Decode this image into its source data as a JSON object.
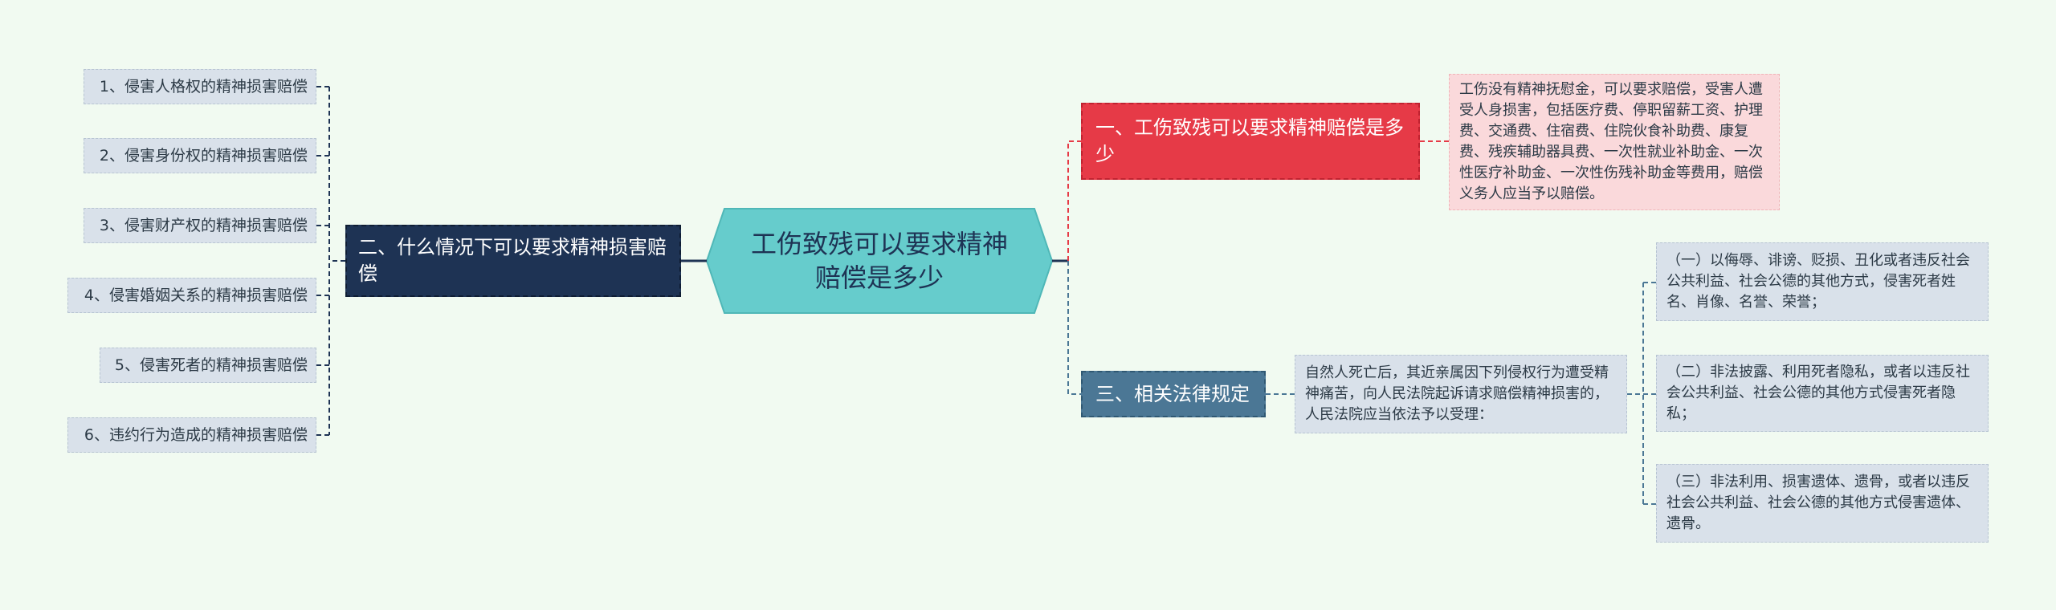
{
  "center": {
    "title": "工伤致残可以要求精神赔偿是多少"
  },
  "branches": {
    "b1": {
      "label": "一、工伤致残可以要求精神赔偿是多少"
    },
    "b2": {
      "label": "二、什么情况下可以要求精神损害赔偿"
    },
    "b3": {
      "label": "三、相关法律规定"
    }
  },
  "details": {
    "d1": "工伤没有精神抚慰金，可以要求赔偿，受害人遭受人身损害，包括医疗费、停职留薪工资、护理费、交通费、住宿费、住院伙食补助费、康复费、残疾辅助器具费、一次性就业补助金、一次性医疗补助金、一次性伤残补助金等费用，赔偿义务人应当予以赔偿。",
    "d3": "自然人死亡后，其近亲属因下列侵权行为遭受精神痛苦，向人民法院起诉请求赔偿精神损害的，人民法院应当依法予以受理："
  },
  "left_leaves": [
    "1、侵害人格权的精神损害赔偿",
    "2、侵害身份权的精神损害赔偿",
    "3、侵害财产权的精神损害赔偿",
    "4、侵害婚姻关系的精神损害赔偿",
    "5、侵害死者的精神损害赔偿",
    "6、违约行为造成的精神损害赔偿"
  ],
  "right_leaves": [
    "（一）以侮辱、诽谤、贬损、丑化或者违反社会公共利益、社会公德的其他方式，侵害死者姓名、肖像、名誉、荣誉；",
    "（二）非法披露、利用死者隐私，或者以违反社会公共利益、社会公德的其他方式侵害死者隐私；",
    "（三）非法利用、损害遗体、遗骨，或者以违反社会公共利益、社会公德的其他方式侵害遗体、遗骨。"
  ],
  "colors": {
    "center": "#66cccc",
    "branch1": "#e63a47",
    "branch2": "#1e3354",
    "branch3": "#4b7795",
    "detail1": "#fad9db",
    "leaf": "#d9e1ea",
    "background": "#f1faf1"
  }
}
